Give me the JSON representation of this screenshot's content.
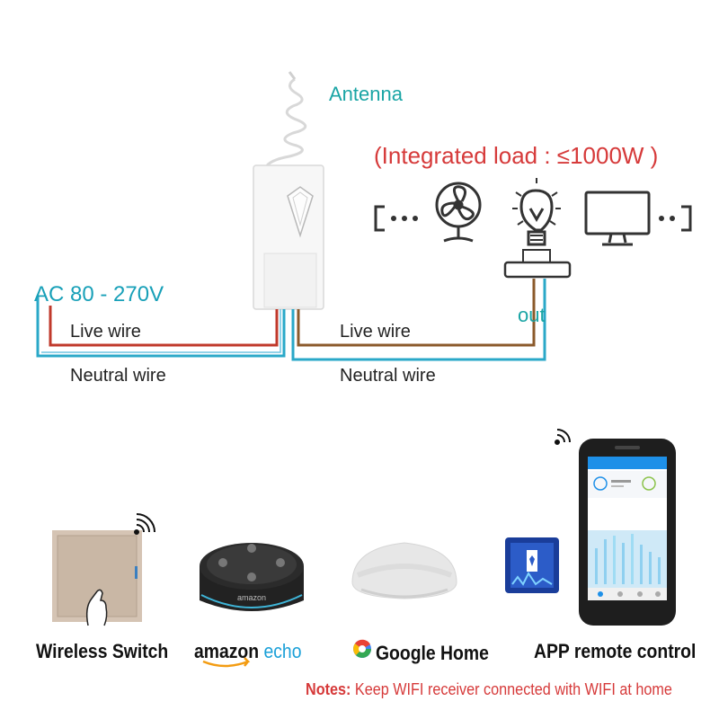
{
  "diagram": {
    "antenna_label": "Antenna",
    "load_label": "(Integrated load : ≤1000W )",
    "input_label": "AC 80 - 270V",
    "output_label": "out",
    "live_wire_label": "Live wire",
    "neutral_wire_label": "Neutral wire",
    "load_devices": [
      "fan-icon",
      "bulb-icon",
      "monitor-icon"
    ],
    "colors": {
      "live": "#c0392b",
      "neutral": "#2aa8c8",
      "brown": "#8b5a2b",
      "accent": "#1aa5a5",
      "alert": "#d63a3a"
    }
  },
  "controls": {
    "wireless_switch": "Wireless Switch",
    "amazon_part1": "amazon",
    "amazon_part2": "echo",
    "google_home": "Google Home",
    "app_remote": "APP remote control"
  },
  "echo_logo_text": "amazon",
  "notes": {
    "prefix": "Notes:",
    "text": " Keep WIFI receiver connected with WIFI at home"
  }
}
